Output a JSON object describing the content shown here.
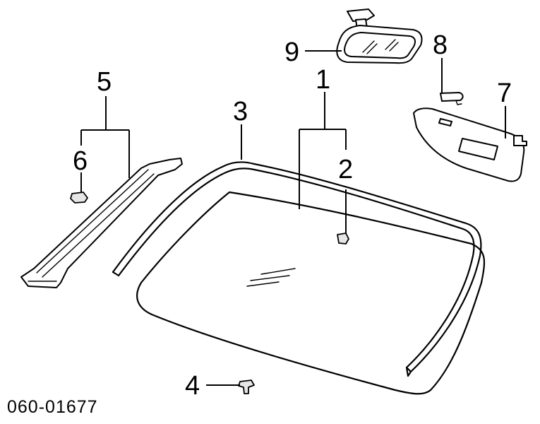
{
  "callouts": {
    "c1": "1",
    "c2": "2",
    "c3": "3",
    "c4": "4",
    "c5": "5",
    "c6": "6",
    "c7": "7",
    "c8": "8",
    "c9": "9"
  },
  "diagram_code": "060-01677"
}
